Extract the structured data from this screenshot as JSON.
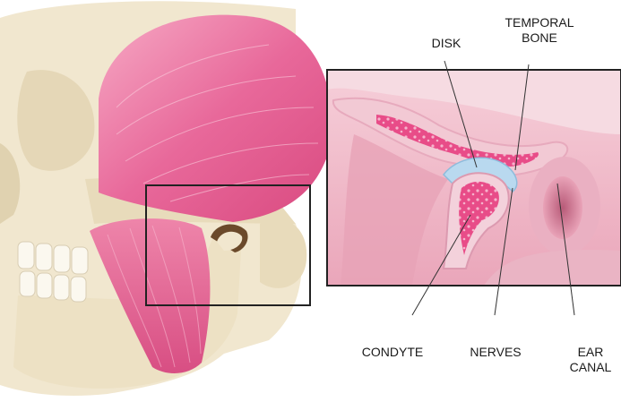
{
  "labels": {
    "disk": "DISK",
    "temporal_bone_line1": "TEMPORAL",
    "temporal_bone_line2": "BONE",
    "condyte": "CONDYTE",
    "nerves": "NERVES",
    "ear_canal_line1": "EAR",
    "ear_canal_line2": "CANAL"
  },
  "colors": {
    "muscle": "#e8689a",
    "muscle_light": "#f29ab8",
    "bone": "#f1e7cf",
    "bone_shadow": "#d9c9a3",
    "marrow": "#e44d86",
    "disk": "#b9d9ef",
    "inset_bg": "#f3c4d0",
    "frame": "#222222"
  }
}
